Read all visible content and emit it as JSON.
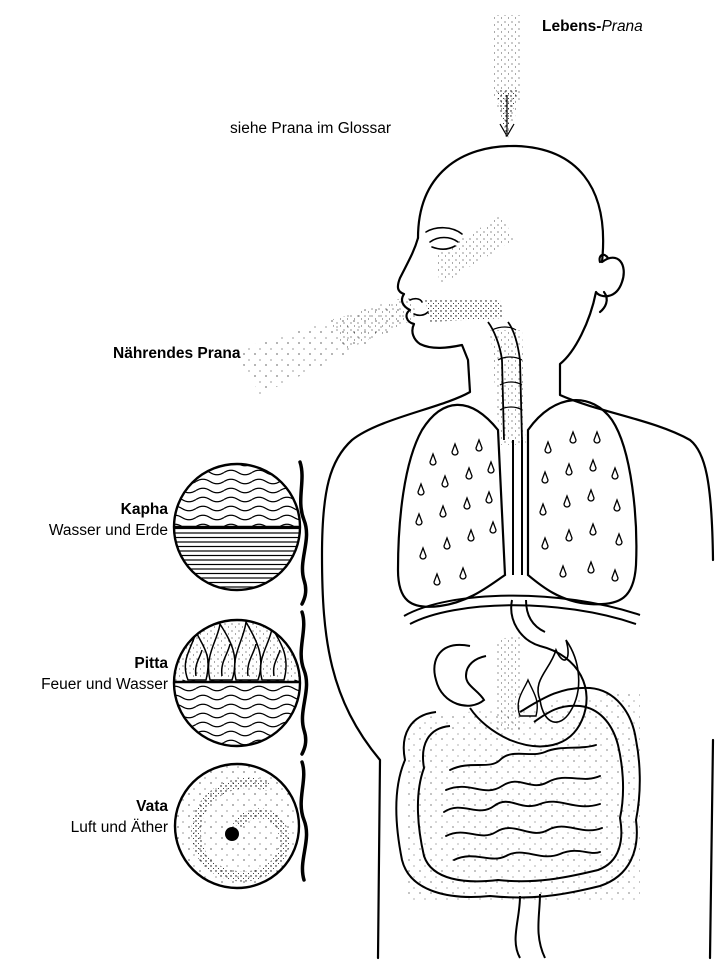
{
  "labels": {
    "lebens_bold": "Lebens-",
    "lebens_italic": "Prana",
    "glossar_note": "siehe Prana im Glossar",
    "naehrendes": "Nährendes Prana"
  },
  "doshas": [
    {
      "name": "Kapha",
      "elements": "Wasser und Erde"
    },
    {
      "name": "Pitta",
      "elements": "Feuer und Wasser"
    },
    {
      "name": "Vata",
      "elements": "Luft und Äther"
    }
  ],
  "colors": {
    "ink": "#000000",
    "background": "#ffffff"
  }
}
